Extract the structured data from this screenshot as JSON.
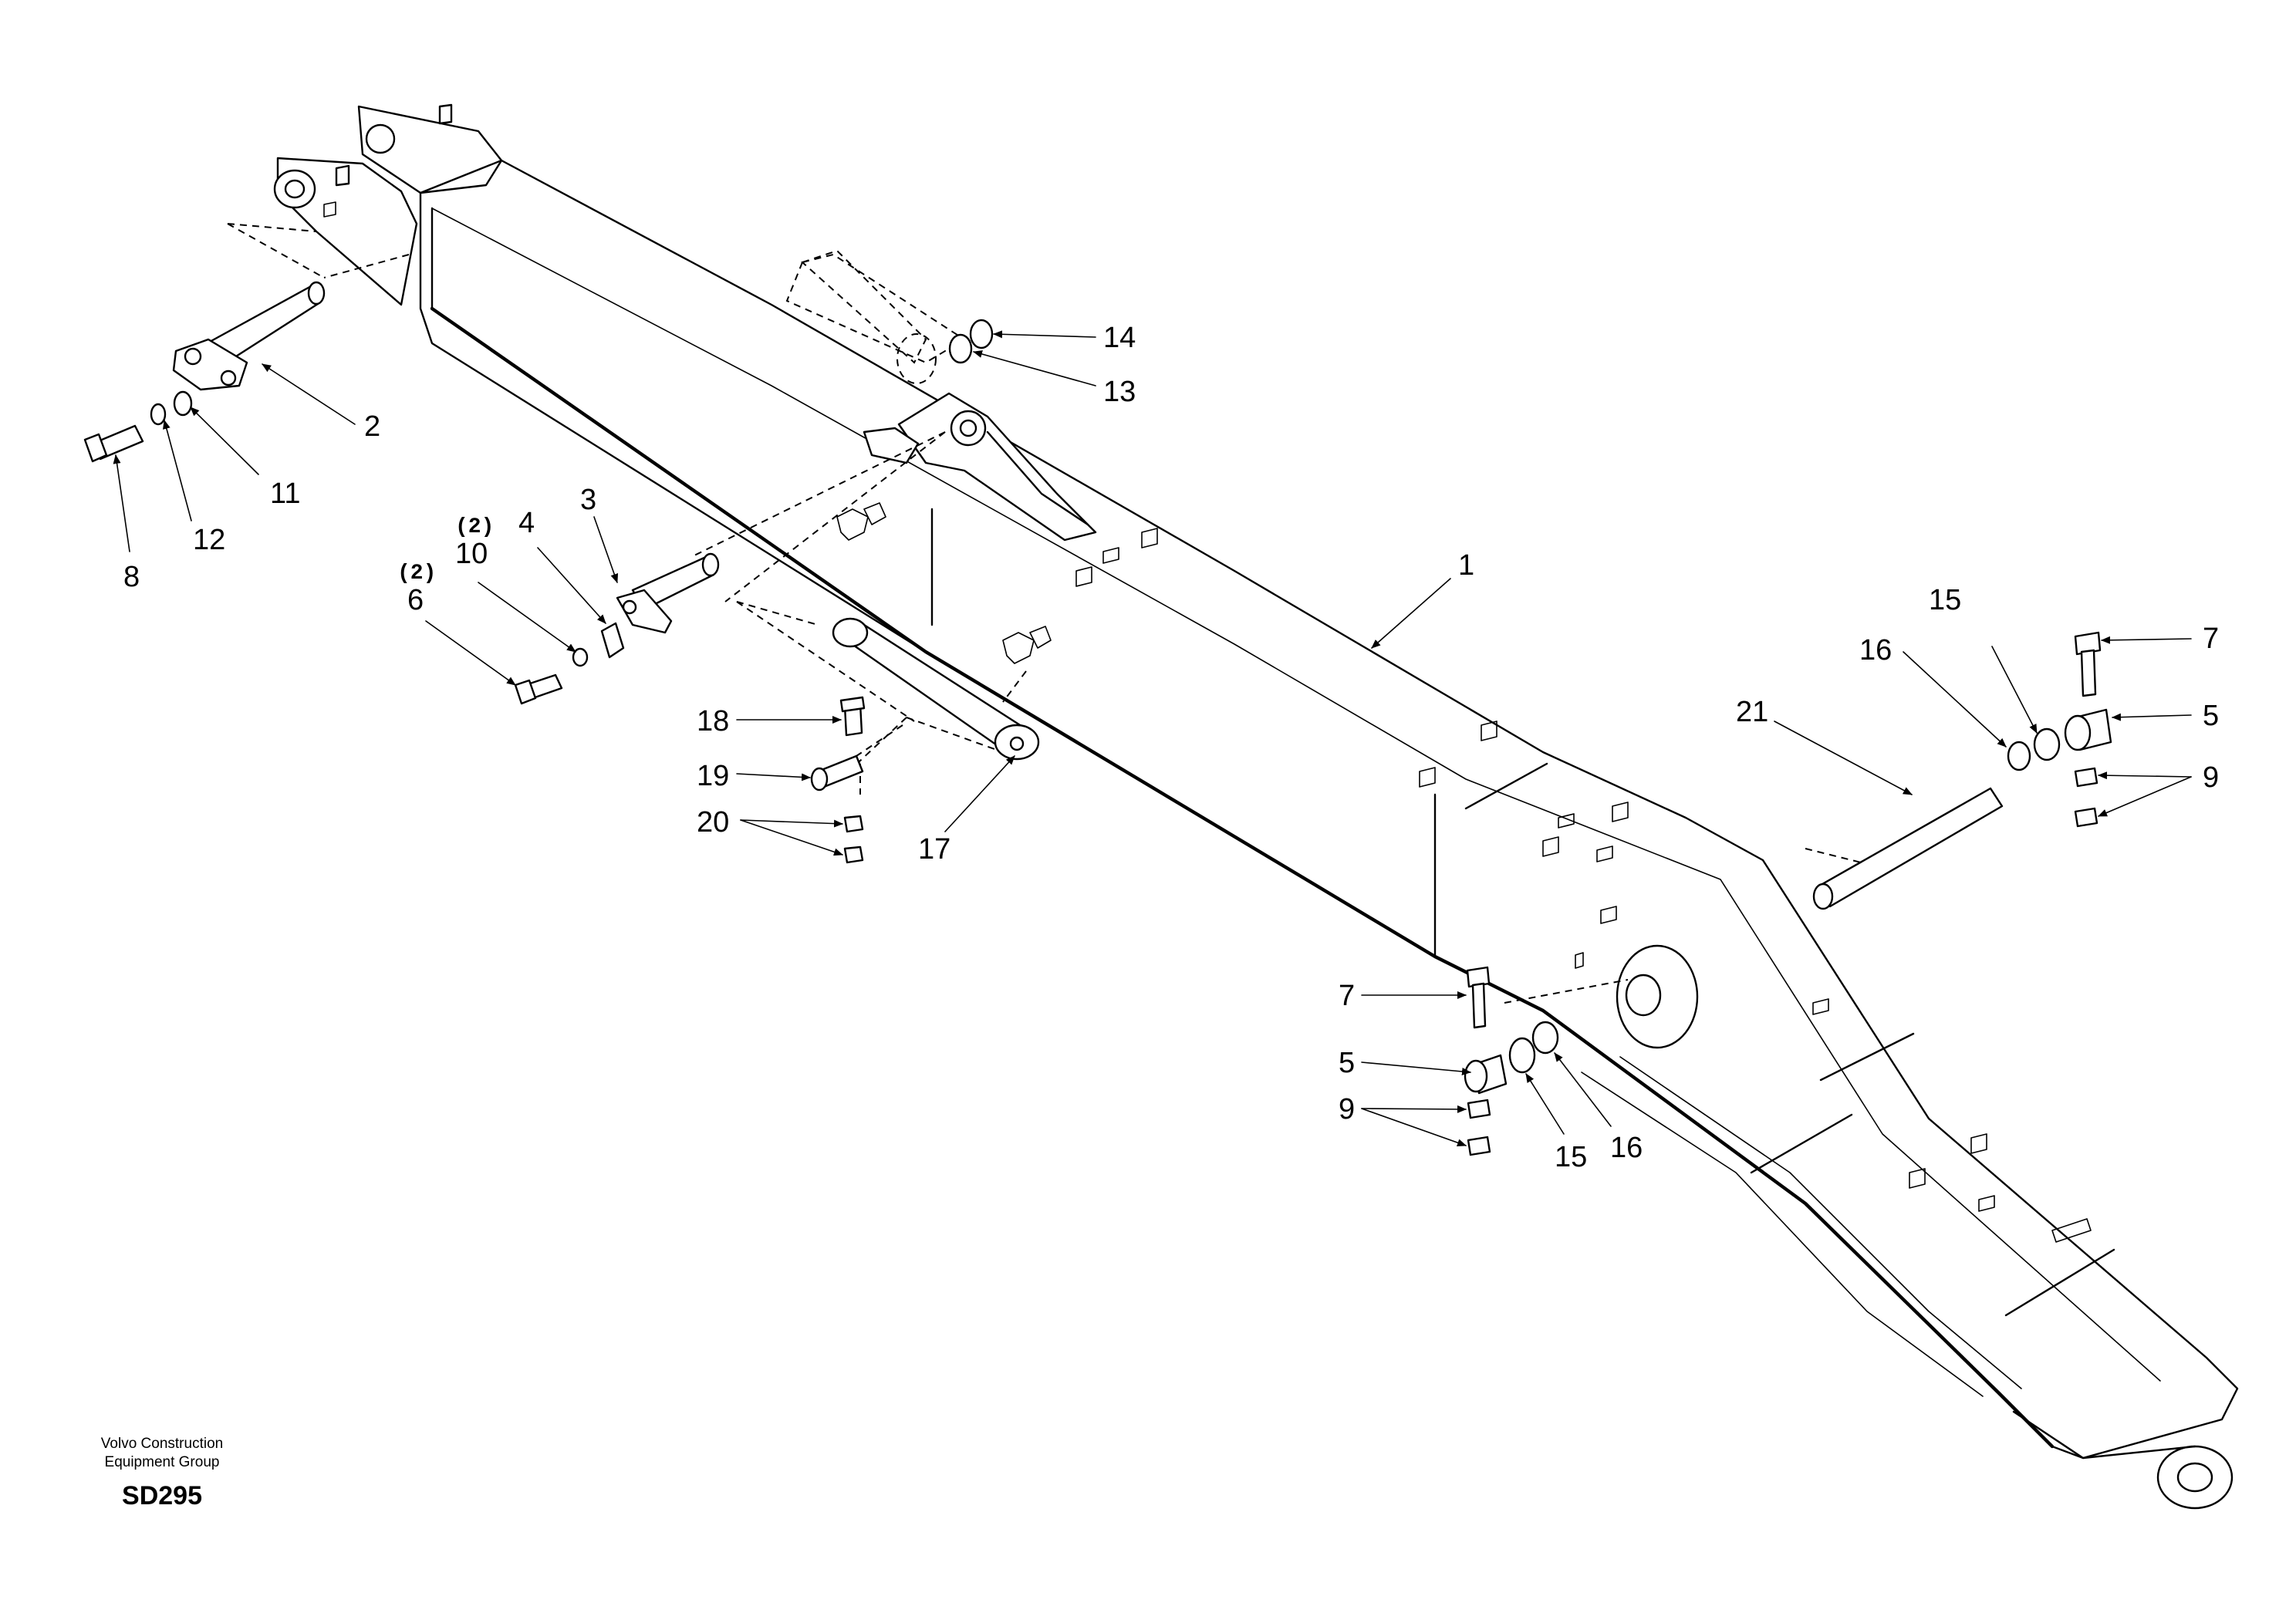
{
  "callouts": {
    "c1": "1",
    "c2": "2",
    "c3": "3",
    "c4": "4",
    "c5a": "5",
    "c5b": "5",
    "c6": "6",
    "c7a": "7",
    "c7b": "7",
    "c8": "8",
    "c9a": "9",
    "c9b": "9",
    "c10": "10",
    "c11": "11",
    "c12": "12",
    "c13": "13",
    "c14": "14",
    "c15a": "15",
    "c15b": "15",
    "c16a": "16",
    "c16b": "16",
    "c17": "17",
    "c18": "18",
    "c19": "19",
    "c20": "20",
    "c21": "21",
    "q6": "(2)",
    "q10": "(2)"
  },
  "footer": {
    "company_line1": "Volvo Construction",
    "company_line2": "Equipment Group",
    "drawing_code": "SD295"
  }
}
